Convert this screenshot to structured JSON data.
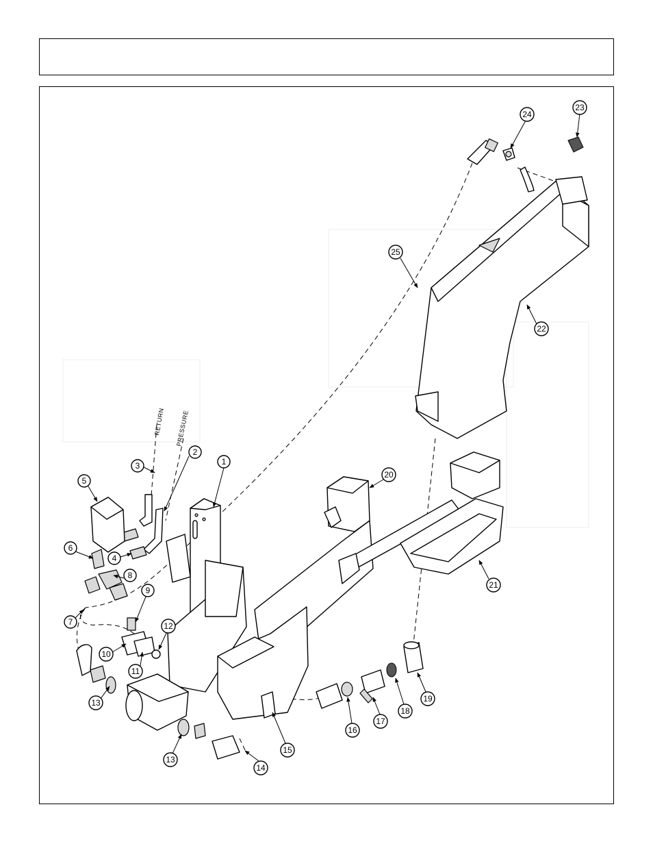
{
  "header": {
    "title": ""
  },
  "hose_labels": {
    "return": "RETURN",
    "pressure": "PRESSURE"
  },
  "callouts": [
    "1",
    "2",
    "3",
    "4",
    "5",
    "6",
    "7",
    "8",
    "9",
    "10",
    "11",
    "12",
    "13",
    "13",
    "14",
    "15",
    "16",
    "17",
    "18",
    "19",
    "20",
    "21",
    "22",
    "23",
    "24",
    "25"
  ],
  "colors": {
    "line": "#000000",
    "background": "#ffffff",
    "shade": "#d9d9d9"
  }
}
